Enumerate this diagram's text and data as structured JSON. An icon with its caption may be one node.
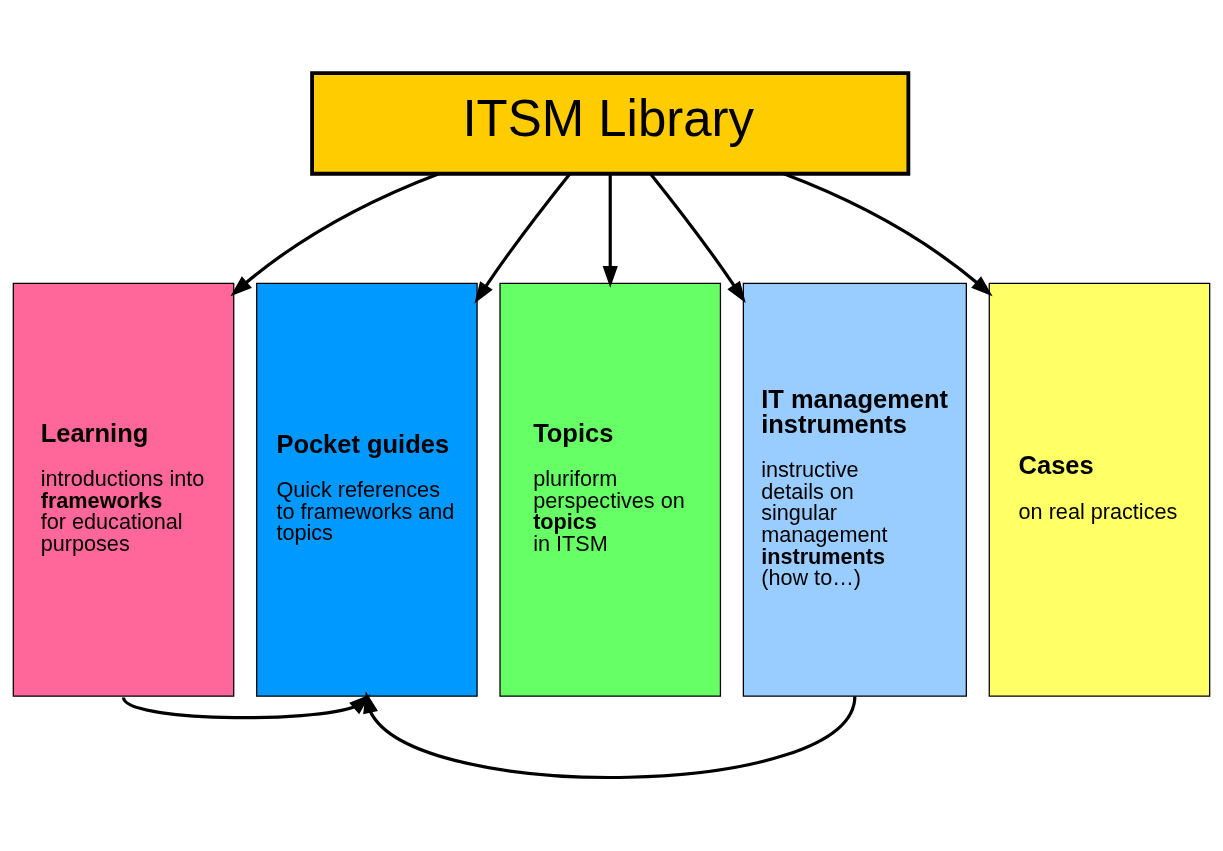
{
  "diagram": {
    "nodes": [
      {
        "text": [
          "ITSM Library"
        ]
      },
      {
        "text": [
          "Learning",
          "introductions into **frameworks** for educational purposes"
        ]
      },
      {
        "text": [
          "Pocket guides",
          "Quick references to frameworks and topics"
        ]
      },
      {
        "text": [
          "Topics",
          "pluriform perspectives on **topics** in ITSM"
        ]
      },
      {
        "text": [
          "IT management instruments",
          "instructive details on singular management **instruments** (how to…)"
        ]
      },
      {
        "text": [
          "Cases",
          "on real practices"
        ]
      }
    ],
    "edges": [
      {
        "from": 0,
        "to": 1,
        "arrow": "to"
      },
      {
        "from": 0,
        "to": 2,
        "arrow": "to"
      },
      {
        "from": 0,
        "to": 3,
        "arrow": "to"
      },
      {
        "from": 0,
        "to": 4,
        "arrow": "to"
      },
      {
        "from": 0,
        "to": 5,
        "arrow": "to"
      },
      {
        "from": 1,
        "to": 2,
        "arrow": "to"
      },
      {
        "from": 4,
        "to": 2,
        "arrow": "to"
      }
    ]
  }
}
